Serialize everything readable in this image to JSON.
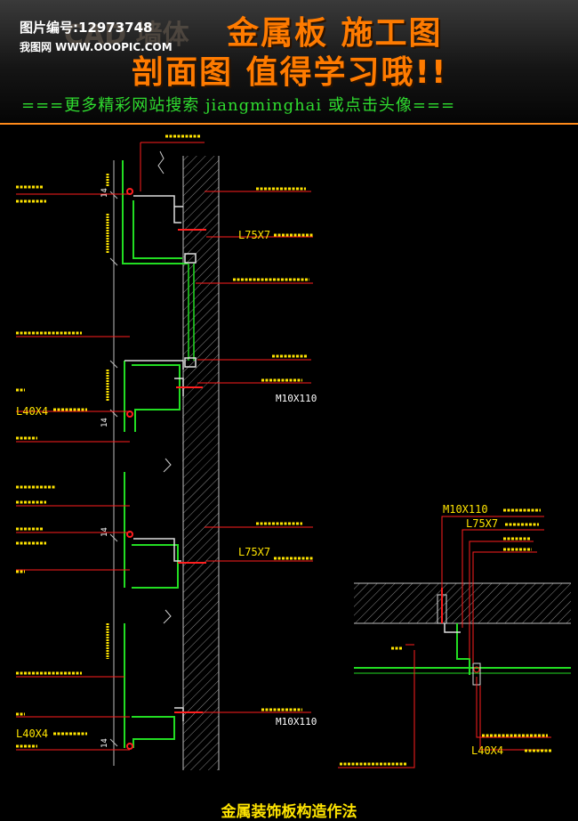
{
  "banner": {
    "watermark_id": "图片编号:12973748",
    "watermark_site": "我图网  WWW.OOOPIC.COM",
    "ghost_text": "CAD 墙体",
    "title_line1": "金属板 施工图",
    "title_line2": "剖面图   值得学习哦!!",
    "subline": "===更多精彩网站搜索 jiangminghai 或点击头像==="
  },
  "labels": {
    "l75x7": "L75X7",
    "m10x110": "M10X110",
    "l40x4": "L40X4",
    "dim14": "14",
    "r_m10x110": "M10X110",
    "r_l75x7": "L75X7",
    "r_l40x4": "L40X4"
  },
  "caption": "金属装饰板构造作法",
  "colors": {
    "panel": "#22dd22",
    "steel": "#dddddd",
    "leader": "#ff1e1e",
    "text": "#ffe400",
    "accent": "#ff7b00"
  }
}
